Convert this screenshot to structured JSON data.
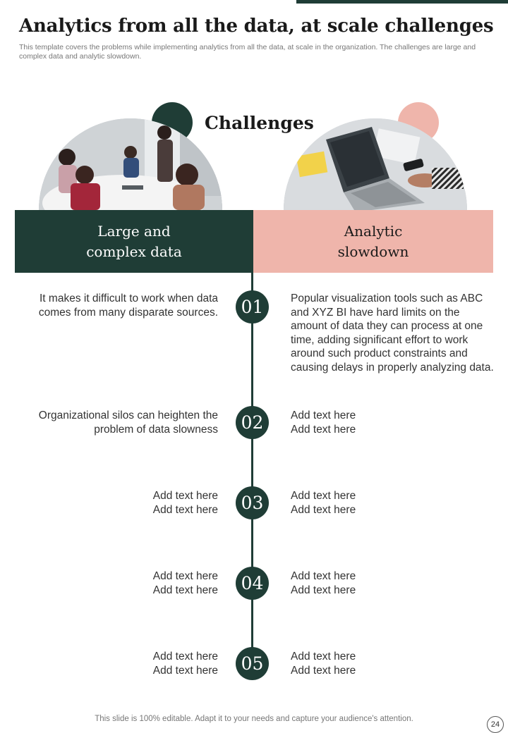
{
  "title": "Analytics from all the data, at scale challenges",
  "subtitle": "This template covers the problems while implementing analytics from all the data, at scale in the organization. The challenges are large and complex data and analytic slowdown.",
  "center_label": "Challenges",
  "columns": {
    "left_heading": "Large and\ncomplex data",
    "right_heading": "Analytic\nslowdown"
  },
  "rows": [
    {
      "number": "01",
      "left": "It makes it difficult to work when data comes from many disparate sources.",
      "right": "Popular visualization tools such as ABC and XYZ BI have hard limits on the amount of data they can process at one time, adding significant effort to work around such product constraints and causing delays in properly analyzing  data."
    },
    {
      "number": "02",
      "left": "Organizational silos can heighten the problem of data slowness",
      "right": "Add text here\nAdd text here"
    },
    {
      "number": "03",
      "left": "Add text here\nAdd text here",
      "right": "Add text here\nAdd text here"
    },
    {
      "number": "04",
      "left": "Add text here\nAdd text here",
      "right": "Add text here\nAdd text here"
    },
    {
      "number": "05",
      "left": "Add text here\nAdd text here",
      "right": "Add text here\nAdd text here"
    }
  ],
  "footer": "This slide is 100% editable. Adapt it to your needs and capture your audience's attention.",
  "page_number": "24",
  "colors": {
    "accent_dark": "#1f3d36",
    "accent_pink": "#efb5ab"
  },
  "images": {
    "left": "meeting-photo",
    "right": "laptop-photo"
  }
}
